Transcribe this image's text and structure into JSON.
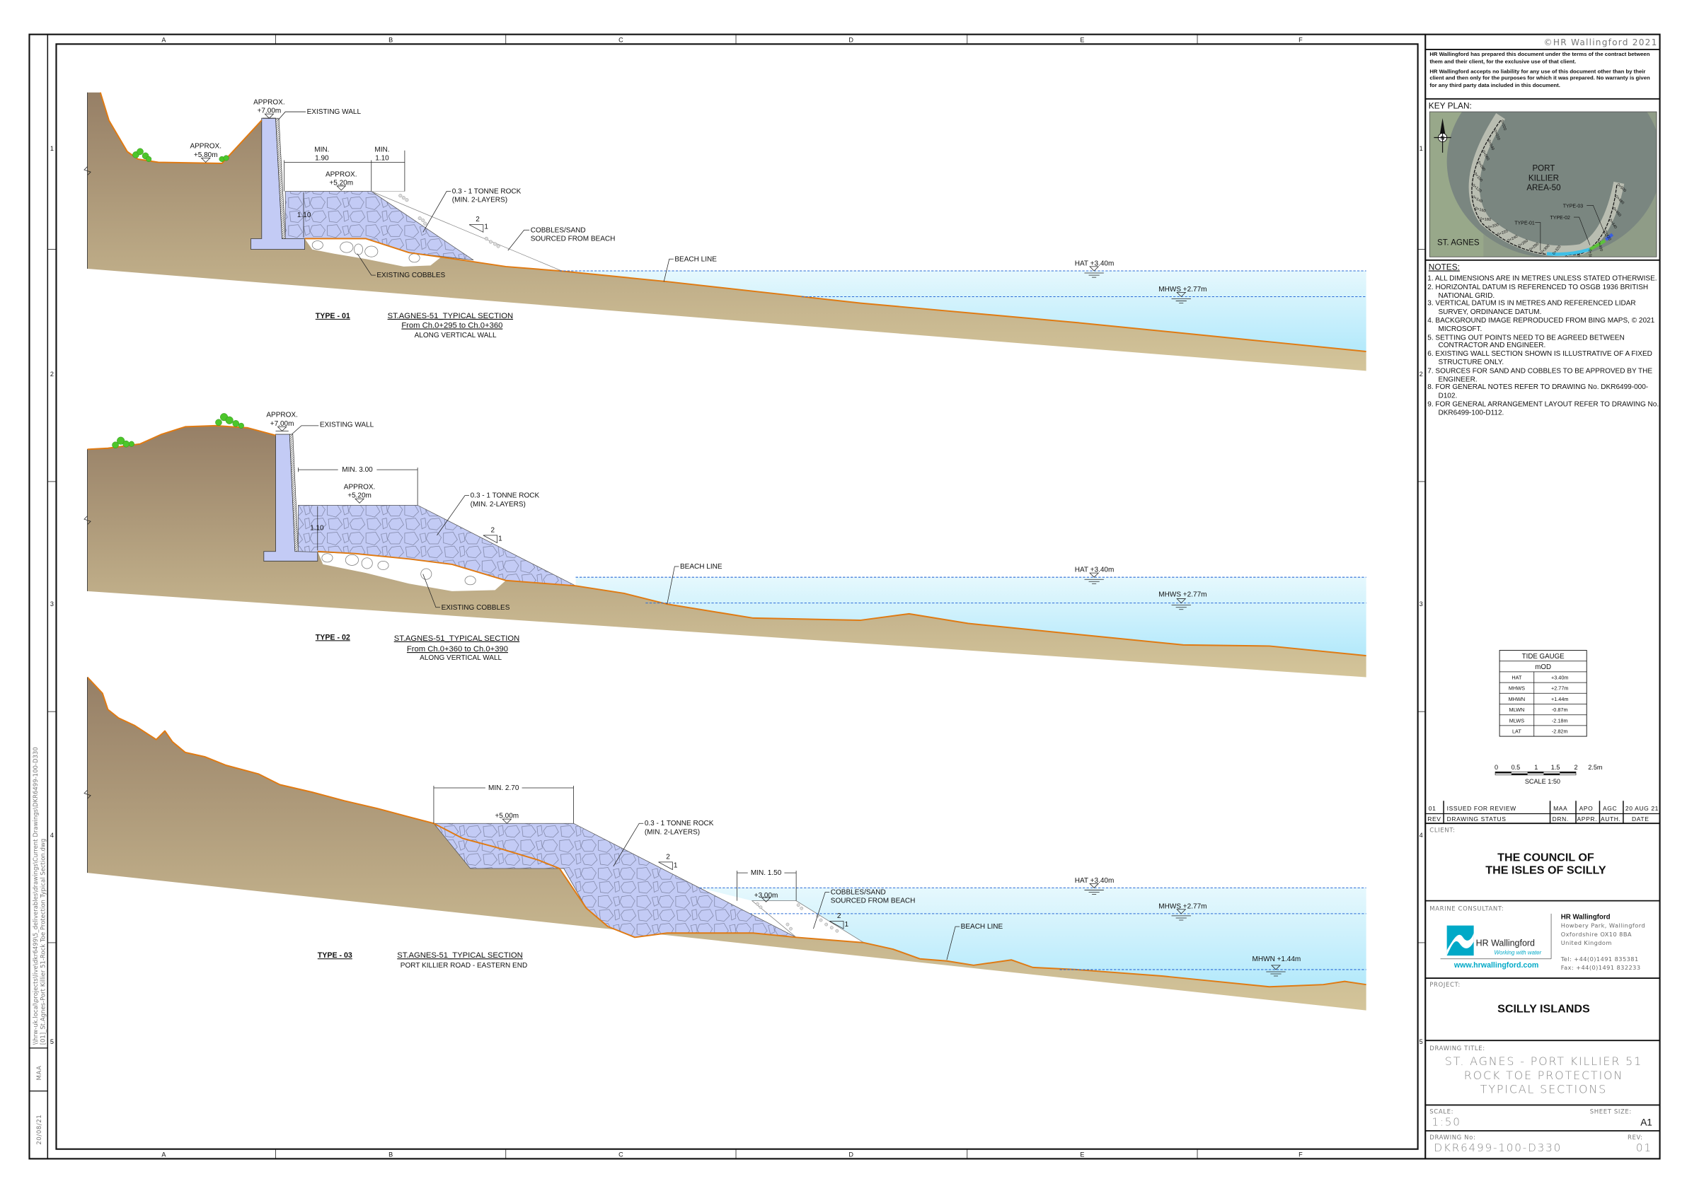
{
  "sheet": {
    "columns": [
      "A",
      "B",
      "C",
      "D",
      "E",
      "F"
    ],
    "rows": [
      "1",
      "2",
      "3",
      "4",
      "5"
    ]
  },
  "margin": {
    "file_path_line1": "\\\\hrw-uk.local\\projects\\live\\dkr6499\\5_deliverables\\drawings\\Current Drawings\\DKR6499-100-D330",
    "file_path_line2": "[01]_St.Agnes-Port Killier 51-Rock Toe Protection Typical Section.dwg",
    "drawn_by": "MAA",
    "date": "20/08/21"
  },
  "colors": {
    "rock": "#c3cbf5",
    "beach_line": "#e07a12",
    "water_level_line": "#2a6bd6",
    "ground_top": "#967f66",
    "ground_bottom": "#d4c59a",
    "water_top": "#e6f8fd",
    "water_bottom": "#b3e9fb",
    "vegetation": "#4cc62a",
    "logo": "#00a9c7"
  },
  "sections": [
    {
      "type_label": "TYPE - 01",
      "title": "ST.AGNES-51_TYPICAL SECTION",
      "subtitle": "From Ch.0+295 to Ch.0+360",
      "note": "ALONG VERTICAL WALL",
      "labels": {
        "approx": "APPROX.",
        "wall_level": "+7.00m",
        "existing_wall": "EXISTING WALL",
        "ground_level": "+5.80m",
        "min": "MIN.",
        "crest_width": "1.90",
        "berm_width": "1.10",
        "crest_level": "+5.20m",
        "rock_thickness": "1.10",
        "rock": "0.3 - 1 TONNE ROCK",
        "rock_layers": "(MIN. 2-LAYERS)",
        "slope_h": "2",
        "slope_v": "1",
        "cobbles_1": "COBBLES/SAND",
        "cobbles_2": "SOURCED FROM BEACH",
        "existing_cobbles": "EXISTING COBBLES",
        "beach_line": "BEACH LINE",
        "hat": "HAT +3.40m",
        "mhws": "MHWS +2.77m"
      }
    },
    {
      "type_label": "TYPE - 02",
      "title": "ST.AGNES-51_TYPICAL SECTION",
      "subtitle": "From Ch.0+360 to Ch.0+390",
      "note": "ALONG VERTICAL WALL",
      "labels": {
        "approx": "APPROX.",
        "wall_level": "+7.00m",
        "existing_wall": "EXISTING WALL",
        "crest_width": "MIN. 3.00",
        "crest_level": "+5.20m",
        "rock_thickness": "1.10",
        "rock": "0.3 - 1 TONNE ROCK",
        "rock_layers": "(MIN. 2-LAYERS)",
        "slope_h": "2",
        "slope_v": "1",
        "existing_cobbles": "EXISTING COBBLES",
        "beach_line": "BEACH LINE",
        "hat": "HAT +3.40m",
        "mhws": "MHWS +2.77m"
      }
    },
    {
      "type_label": "TYPE - 03",
      "title": "ST.AGNES-51_TYPICAL SECTION",
      "subtitle": "PORT KILLIER ROAD - EASTERN END",
      "labels": {
        "crest_width": "MIN. 2.70",
        "crest_level": "+5.00m",
        "rock": "0.3 - 1 TONNE ROCK",
        "rock_layers": "(MIN. 2-LAYERS)",
        "slope_h": "2",
        "slope_v": "1",
        "berm_width": "MIN. 1.50",
        "berm_level": "+3.00m",
        "cobbles_1": "COBBLES/SAND",
        "cobbles_2": "SOURCED FROM BEACH",
        "beach_line": "BEACH LINE",
        "hat": "HAT +3.40m",
        "mhws": "MHWS +2.77m",
        "mhwn": "MHWN +1.44m"
      }
    }
  ],
  "title_block": {
    "copyright": "©HR Wallingford 2021",
    "disclaimer": [
      "HR Wallingford has prepared this document under the terms of the contract between them and their client, for the exclusive use of that client.",
      "HR Wallingford accepts no liability for any use of this document other than by their client and then only for the purposes for which it was prepared.  No warranty is given for any third party data included in this document."
    ],
    "revision": {
      "rev": "01",
      "status": "ISSUED FOR REVIEW",
      "drn": "MAA",
      "appr": "APO",
      "auth": "AGC",
      "date": "20 AUG 21",
      "headers": {
        "rev": "REV",
        "status": "DRAWING STATUS",
        "drn": "DRN.",
        "appr": "APPR.",
        "auth": "AUTH.",
        "date": "DATE"
      }
    },
    "client_label": "CLIENT:",
    "client_line1": "THE COUNCIL OF",
    "client_line2": "THE ISLES OF SCILLY",
    "consultant_label": "MARINE CONSULTANT:",
    "consultant": {
      "logo_name": "HR Wallingford",
      "logo_tagline": "Working with water",
      "website": "www.hrwallingford.com",
      "name": "HR Wallingford",
      "address": [
        "Howbery Park, Wallingford",
        "Oxfordshire OX10 8BA",
        "United Kingdom"
      ],
      "tel": "Tel:  +44(0)1491 835381",
      "fax": "Fax:  +44(0)1491 832233"
    },
    "project_label": "PROJECT:",
    "project": "SCILLY ISLANDS",
    "drawing_title_label": "DRAWING TITLE:",
    "drawing_title": [
      "ST. AGNES - PORT KILLIER 51",
      "ROCK TOE PROTECTION",
      "TYPICAL SECTIONS"
    ],
    "scale_label": "SCALE:",
    "scale": "1:50",
    "sheet_size_label": "SHEET SIZE:",
    "sheet_size": "A1",
    "drawing_no_label": "DRAWING No:",
    "drawing_no": "DKR6499-100-D330",
    "rev_label": "REV:",
    "rev": "01"
  },
  "key_plan": {
    "heading": "KEY PLAN:",
    "area_label": [
      "PORT",
      "KILLIER",
      "AREA-50"
    ],
    "place_label": "ST. AGNES",
    "north_label": "N",
    "type_labels": [
      "TYPE-01",
      "TYPE-02",
      "TYPE-03"
    ],
    "chainages": [
      "0+000",
      "0+020",
      "0+040",
      "0+060",
      "0+080",
      "0+100",
      "0+120",
      "0+140",
      "0+160",
      "0+180",
      "0+200",
      "0+220",
      "0+240",
      "0+260",
      "0+280",
      "0+300",
      "0+320",
      "0+340",
      "0+360",
      "0+380",
      "0+400",
      "0+420",
      "0+440",
      "0+460",
      "0+480",
      "0+500"
    ],
    "segment_colors": {
      "type_01": "#3fc0e8",
      "type_02": "#5cc23a",
      "type_03": "#3a5fe0"
    }
  },
  "notes": {
    "heading": "NOTES:",
    "items": [
      "1.  ALL DIMENSIONS ARE IN METRES UNLESS STATED OTHERWISE.",
      "2.  HORIZONTAL DATUM IS REFERENCED TO OSGB 1936 BRITISH NATIONAL GRID.",
      "3.  VERTICAL DATUM IS IN METRES AND REFERENCED LIDAR SURVEY, ORDINANCE DATUM.",
      "4.  BACKGROUND IMAGE REPRODUCED FROM BING MAPS, © 2021 MICROSOFT.",
      "5.  SETTING OUT POINTS NEED TO BE AGREED BETWEEN CONTRACTOR AND ENGINEER.",
      "6.  EXISTING WALL SECTION SHOWN IS ILLUSTRATIVE OF A FIXED STRUCTURE ONLY.",
      "7.  SOURCES FOR SAND AND COBBLES TO BE APPROVED BY THE ENGINEER.",
      "8.  FOR GENERAL NOTES REFER TO DRAWING No. DKR6499-000-D102.",
      "9.  FOR GENERAL ARRANGEMENT LAYOUT REFER TO DRAWING No. DKR6499-100-D112."
    ]
  },
  "tide_gauge": {
    "title": "TIDE GAUGE",
    "unit": "mOD",
    "rows": [
      {
        "level": "HAT",
        "value": "+3.40m"
      },
      {
        "level": "MHWS",
        "value": "+2.77m"
      },
      {
        "level": "MHWN",
        "value": "+1.44m"
      },
      {
        "level": "MLWN",
        "value": "-0.87m"
      },
      {
        "level": "MLWS",
        "value": "-2.18m"
      },
      {
        "level": "LAT",
        "value": "-2.82m"
      }
    ]
  },
  "scale_bar": {
    "ticks": [
      "0",
      "0.5",
      "1",
      "1.5",
      "2",
      "2.5m"
    ],
    "label": "SCALE 1:50"
  }
}
